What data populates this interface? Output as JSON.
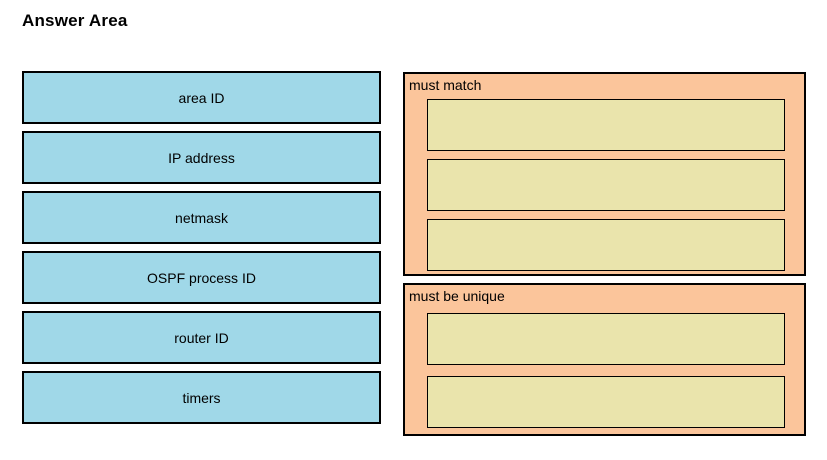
{
  "title": "Answer Area",
  "colors": {
    "drag_item_fill": "#A0D8E8",
    "drop_group_fill": "#FBC59B",
    "drop_slot_fill": "#EAE4AC",
    "border": "#000000",
    "background": "#FFFFFF",
    "text": "#000000"
  },
  "drag_items": [
    {
      "label": "area ID"
    },
    {
      "label": "IP address"
    },
    {
      "label": "netmask"
    },
    {
      "label": "OSPF process ID"
    },
    {
      "label": "router ID"
    },
    {
      "label": "timers"
    }
  ],
  "drop_groups": [
    {
      "label": "must match",
      "slot_count": 3
    },
    {
      "label": "must be unique",
      "slot_count": 2
    }
  ]
}
